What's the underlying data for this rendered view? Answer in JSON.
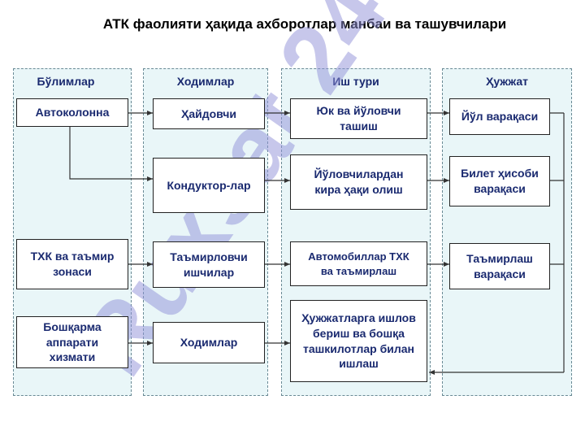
{
  "title": "АТК фаолияти ҳақида ахборотлар манбаи ва ташувчилари",
  "watermark": "Ruxsat 24",
  "columns": {
    "departments": "Бўлимлар",
    "staff": "Ходимлар",
    "work": "Иш тури",
    "document": "Ҳужжат"
  },
  "nodes": {
    "autocolumn": "Автоколонна",
    "tkh_zone": "ТХК ва таъмир\nзонаси",
    "management": "Бошқарма\nаппарати\nхизмати",
    "driver": "Ҳайдовчи",
    "conductor": "Кондуктор-лар",
    "repairers": "Таъмирловчи\nишчилар",
    "employees": "Ходимлар",
    "cargo": "Юк ва йўловчи\nташиш",
    "fare": "Йўловчилардан\nкира ҳақи олиш",
    "auto_repair": "Автомобиллар ТХК\nва таъмирлаш",
    "docs_work": "Ҳужжатларга ишлов\nбериш ва бошқа\nташкилотлар билан\nишлаш",
    "waybill": "Йўл варақаси",
    "ticket": "Билет ҳисоби\nварақаси",
    "repair_sheet": "Таъмирлаш\nварақаси"
  },
  "colors": {
    "text": "#1a2a70",
    "panel": "#e9f6f8",
    "watermark": "#8f8fd8"
  }
}
